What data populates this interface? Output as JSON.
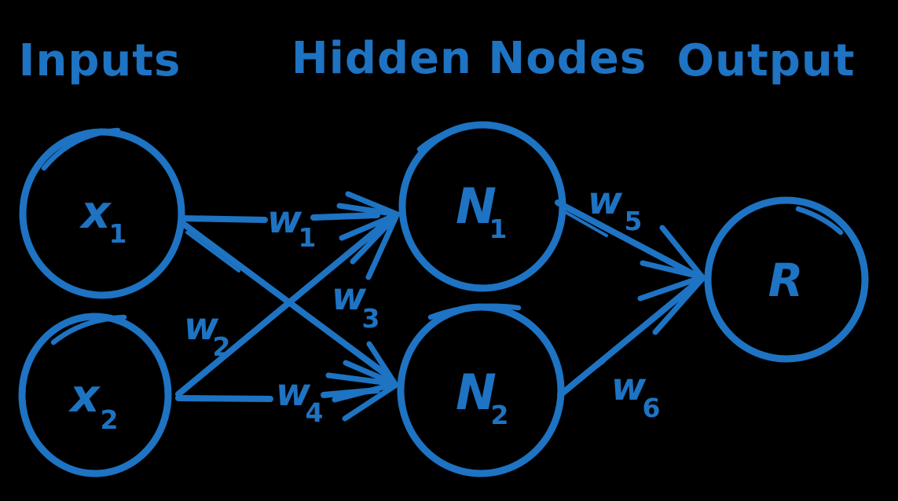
{
  "colors": {
    "background": "#000000",
    "ink": "#1e73c3"
  },
  "headers": {
    "inputs": "Inputs",
    "hidden_nodes": "Hidden Nodes",
    "output": "Output"
  },
  "nodes": {
    "x1": {
      "label": "x",
      "sub": "1"
    },
    "x2": {
      "label": "x",
      "sub": "2"
    },
    "n1": {
      "label": "N",
      "sub": "1"
    },
    "n2": {
      "label": "N",
      "sub": "2"
    },
    "r": {
      "label": "R",
      "sub": ""
    }
  },
  "weights": {
    "w1": {
      "label": "w",
      "sub": "1"
    },
    "w2": {
      "label": "w",
      "sub": "2"
    },
    "w3": {
      "label": "w",
      "sub": "3"
    },
    "w4": {
      "label": "w",
      "sub": "4"
    },
    "w5": {
      "label": "w",
      "sub": "5"
    },
    "w6": {
      "label": "w",
      "sub": "6"
    }
  },
  "connections": [
    {
      "from": "x1",
      "to": "N1",
      "weight": "w1"
    },
    {
      "from": "x2",
      "to": "N1",
      "weight": "w2"
    },
    {
      "from": "x1",
      "to": "N2",
      "weight": "w3"
    },
    {
      "from": "x2",
      "to": "N2",
      "weight": "w4"
    },
    {
      "from": "N1",
      "to": "R",
      "weight": "w5"
    },
    {
      "from": "N2",
      "to": "R",
      "weight": "w6"
    }
  ]
}
